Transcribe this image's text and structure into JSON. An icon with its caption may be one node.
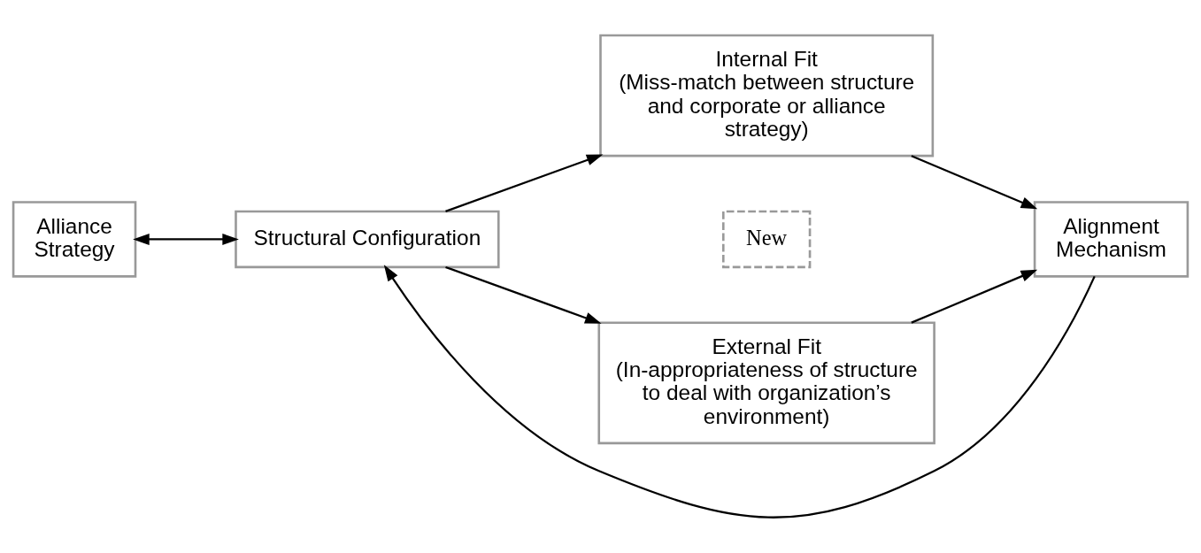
{
  "diagram": {
    "nodes": [
      {
        "text": [
          "Internal Fit",
          "(Miss-match between structure and corporate or alliance strategy)"
        ]
      },
      {
        "text": [
          "Alliance Strategy"
        ]
      },
      {
        "text": [
          "Structural Configuration"
        ]
      },
      {
        "text": [
          "Alignment Mechanism"
        ]
      },
      {
        "text": [
          "New"
        ]
      },
      {
        "text": [
          "External Fit",
          "(In-appropriateness of structure to deal with organization’s environment)"
        ]
      }
    ],
    "edges": [
      {
        "from": 1,
        "to": 2,
        "arrow": "both"
      },
      {
        "from": 2,
        "to": 0,
        "arrow": "to"
      },
      {
        "from": 0,
        "to": 3,
        "arrow": "to"
      },
      {
        "from": 3,
        "to": 2,
        "arrow": "to"
      },
      {
        "from": 2,
        "to": 5,
        "arrow": "to"
      },
      {
        "from": 5,
        "to": 3,
        "arrow": "to"
      }
    ]
  }
}
